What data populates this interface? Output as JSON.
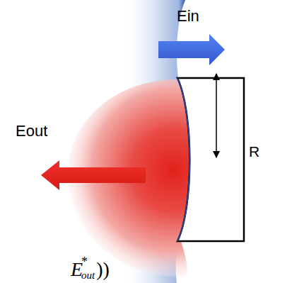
{
  "diagram": {
    "labels": [
      "Ein",
      "Eout",
      "R",
      "E",
      "*",
      "out",
      "))"
    ]
  }
}
